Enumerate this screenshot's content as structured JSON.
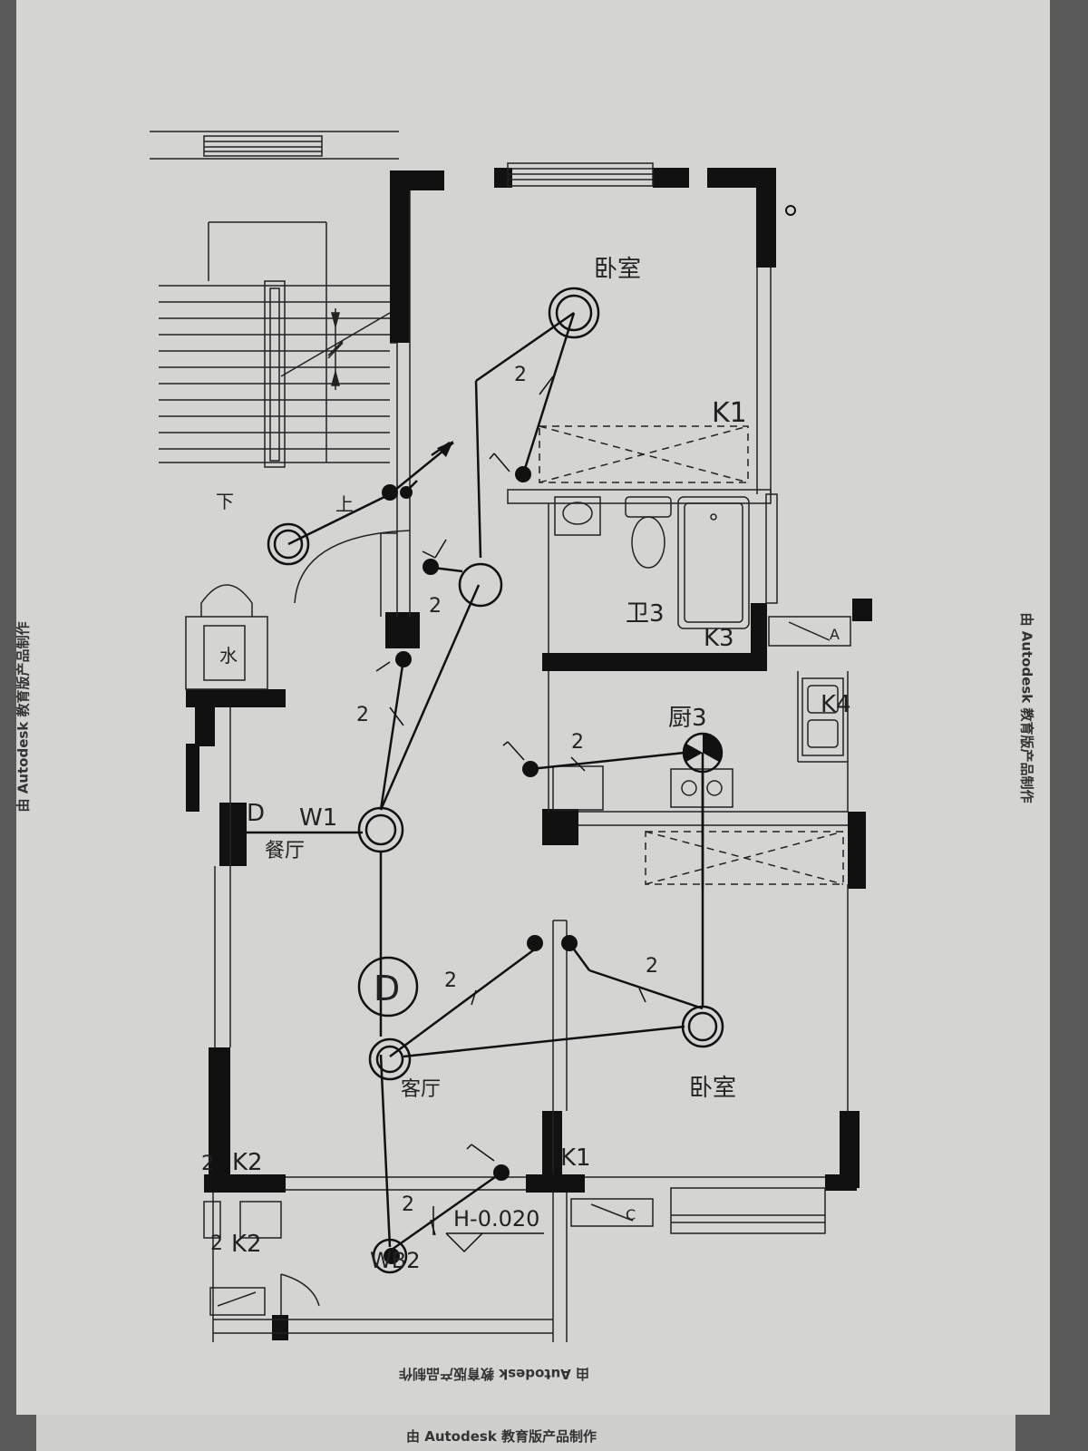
{
  "watermark": {
    "left": "由 Autodesk 教育版产品制作",
    "right": "由 Autodesk 教育版产品制作",
    "bottom": "由 Autodesk 教育版产品制作",
    "footer": "由 Autodesk 教育版产品制作"
  },
  "rooms": {
    "bedroom_top": "卧室",
    "bathroom": "卫3",
    "kitchen": "厨3",
    "dining": "餐厅",
    "living": "客厅",
    "bedroom_bottom": "卧室",
    "water": "水"
  },
  "stairs": {
    "down": "下",
    "up": "上"
  },
  "labels": {
    "k1_top": "K1",
    "k1_bottom": "K1",
    "k2_a": "K2",
    "k2_b": "K2",
    "k3": "K3",
    "k4": "K4",
    "w1": "W1",
    "d_tag": "D",
    "d_circle": "D",
    "wb2": "WB2",
    "elevation": "H-0.020",
    "ac_a": "A",
    "ac_c": "C"
  },
  "wire_count": "2",
  "colors": {
    "ink": "#1a1a1a",
    "paper": "#d4d4d2",
    "wall": "#111111"
  }
}
